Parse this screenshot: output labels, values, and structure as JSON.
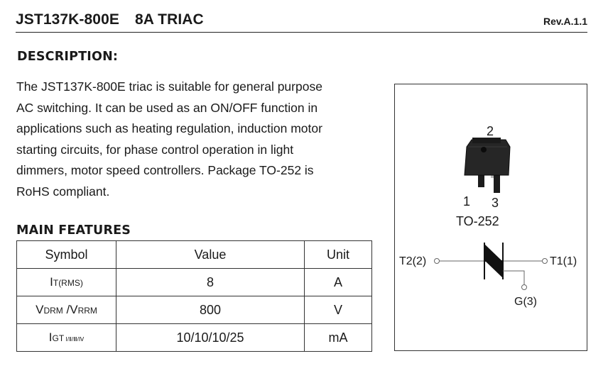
{
  "header": {
    "part": "JST137K-800E",
    "type": "8A TRIAC",
    "revision": "Rev.A.1.1"
  },
  "description": {
    "heading": "DESCRIPTION:",
    "lines": [
      "The JST137K-800E triac is suitable for general purpose",
      "AC switching. It can be used as an ON/OFF function in",
      "applications such as heating regulation, induction motor",
      "starting circuits, for phase control operation in light",
      "dimmers, motor speed controllers. Package TO-252 is",
      "RoHS compliant."
    ]
  },
  "features": {
    "heading": "MAIN FEATURES",
    "columns": [
      "Symbol",
      "Value",
      "Unit"
    ],
    "rows": [
      {
        "symbol": "I",
        "symbol_sub": "T(RMS)",
        "value": "8",
        "unit": "A"
      },
      {
        "symbol_a": "V",
        "symbol_a_sub": "DRM",
        "separator": " /",
        "symbol_b": "V",
        "symbol_b_sub": "RRM",
        "value": "800",
        "unit": "V"
      },
      {
        "symbol": "I",
        "symbol_sub": "GT",
        "symbol_sub2": " Ⅰ/Ⅱ/Ⅲ/Ⅳ",
        "value": "10/10/10/25",
        "unit": "mA"
      }
    ]
  },
  "package": {
    "pin_top": "2",
    "pin_left": "1",
    "pin_right": "3",
    "name": "TO-252",
    "terminal_t2": "T2(2)",
    "terminal_t1": "T1(1)",
    "terminal_g": "G(3)"
  }
}
